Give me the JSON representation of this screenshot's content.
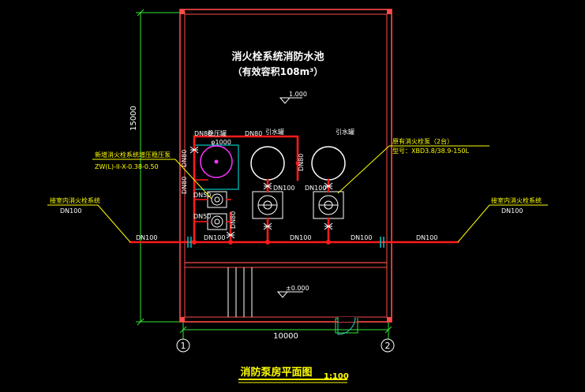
{
  "colors": {
    "background": "#000000",
    "wall": "#ff4a4a",
    "pipe": "#ff1a1a",
    "dimension": "#33e633",
    "text": "#ffffff",
    "annotation": "#ffff00",
    "tank": "#00c8c8",
    "pump": "#ffffff",
    "door": "#33c8c8"
  },
  "title": {
    "main": "消防泵房平面图",
    "scale": "1:100"
  },
  "tank": {
    "name": "消火栓系统消防水池",
    "capacity": "（有效容积108m³）",
    "level_mark": "1.000"
  },
  "floor": {
    "level_mark": "±0.000"
  },
  "dimensions": {
    "height": "15000",
    "width": "10000"
  },
  "axes": {
    "left": "1",
    "right": "2"
  },
  "equipment": {
    "pressure_tank_label": "稳压罐",
    "pressure_tank_size": "φ1000",
    "water_inlet_left": "引水罐",
    "water_inlet_right": "引水罐"
  },
  "annotations": {
    "left_new_label": "新增消火栓系统增压稳压泵",
    "left_new_model": "ZW(L)-II-X-0.38-0.50",
    "right_pump_label": "原有消火栓泵（2台）",
    "right_pump_model": "型号：XBD3.8/38.9-150L",
    "left_connect": "接室内消火栓系统",
    "left_connect_dn": "DN100",
    "right_connect": "接室内消火栓系统",
    "right_connect_dn": "DN100"
  },
  "pipe_labels": {
    "dn80_a": "DN80",
    "dn80_b": "DN80",
    "dn80_c": "DN80",
    "dn80_d": "DN80",
    "dn80_e": "DN80",
    "dn80_f": "DN80",
    "dn100_a": "DN100",
    "dn100_b": "DN100",
    "dn50_a": "DN50",
    "dn50_b": "DN50",
    "main_1": "DN100",
    "main_2": "DN100",
    "main_3": "DN100",
    "main_4": "DN100",
    "main_5": "DN100"
  }
}
